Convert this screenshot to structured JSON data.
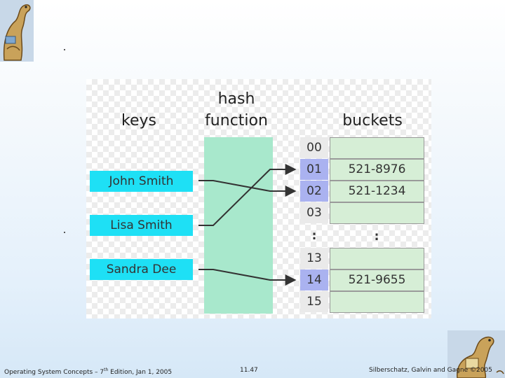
{
  "figure": {
    "headers": {
      "keys": "keys",
      "hash_line1": "hash",
      "hash_line2": "function",
      "buckets": "buckets"
    },
    "keys": [
      "John Smith",
      "Lisa Smith",
      "Sandra Dee"
    ],
    "indices": [
      "00",
      "01",
      "02",
      "03",
      ":",
      "13",
      "14",
      "15"
    ],
    "buckets": [
      "",
      "521-8976",
      "521-1234",
      "",
      ":",
      "",
      "521-9655",
      ""
    ],
    "mapping": [
      {
        "key": "John Smith",
        "index": "02"
      },
      {
        "key": "Lisa Smith",
        "index": "01"
      },
      {
        "key": "Sandra Dee",
        "index": "14"
      }
    ],
    "colors": {
      "key_box": "#1ee0f5",
      "hash_column": "#a8e8cc",
      "active_index": "#aab2f0",
      "bucket": "#d6eed6"
    }
  },
  "footer": {
    "left_prefix": "Operating System Concepts – 7",
    "left_sup": "th",
    "left_suffix": " Edition, Jan 1, 2005",
    "page": "11.47",
    "right": "Silberschatz, Galvin and Gagne ©2005"
  }
}
